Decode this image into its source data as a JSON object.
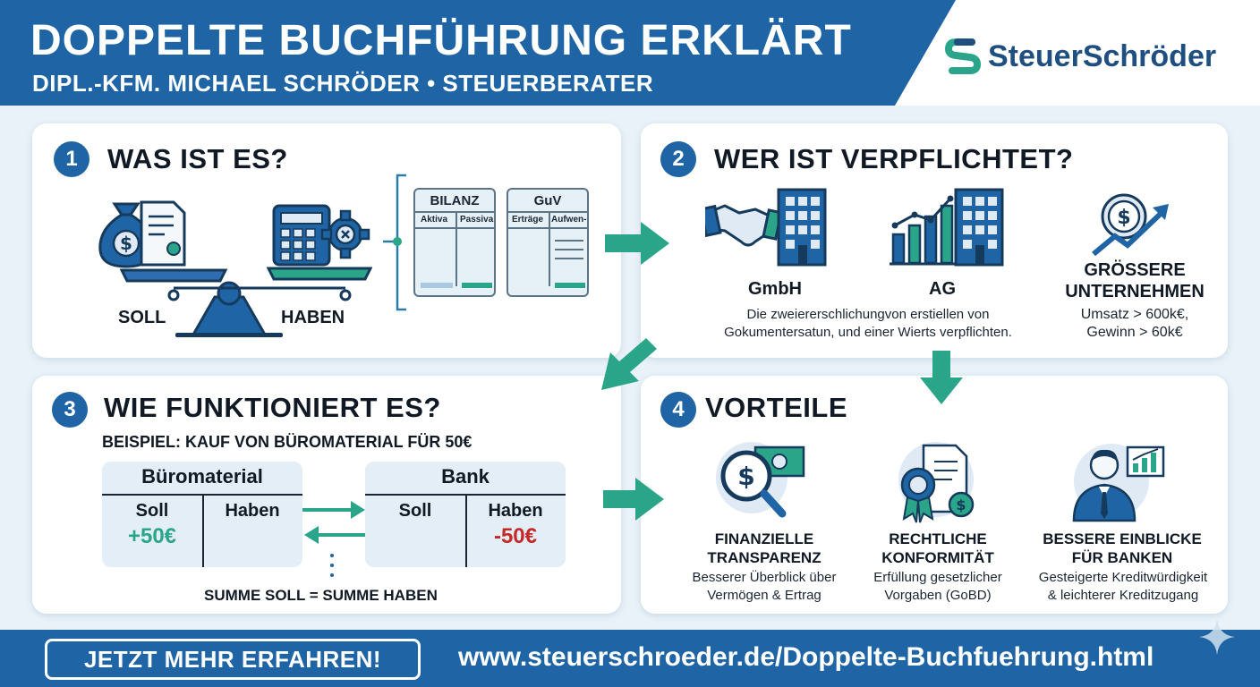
{
  "header": {
    "title": "DOPPELTE BUCHFÜHRUNG ERKLÄRT",
    "subtitle": "DIPL.-KFM. MICHAEL SCHRÖDER • STEUERBERATER",
    "brand": "SteuerSchröder"
  },
  "panel1": {
    "number": "1",
    "title": "WAS IST ES?",
    "soll": "SOLL",
    "haben": "HABEN",
    "bilanz": {
      "title": "BILANZ",
      "col1": "Aktiva",
      "col2": "Passiva"
    },
    "guv": {
      "title": "GuV",
      "col1": "Erträge",
      "col2": "Aufwen-"
    }
  },
  "panel2": {
    "number": "2",
    "title": "WER IST VERPFLICHTET?",
    "gmbh": "GmbH",
    "ag": "AG",
    "description_line1": "Die zweiererschlichungvon erstiellen von",
    "description_line2": "Gokumentersatun, und einer Wierts verpflichten.",
    "large_title_line1": "GRÖSSERE",
    "large_title_line2": "UNTERNEHMEN",
    "large_desc_line1": "Umsatz > 600k€,",
    "large_desc_line2": "Gewinn > 60k€"
  },
  "panel3": {
    "number": "3",
    "title": "WIE FUNKTIONIERT ES?",
    "example": "BEISPIEL: KAUF VON BÜROMATERIAL FÜR 50€",
    "account1": {
      "title": "Büromaterial",
      "soll": "Soll",
      "haben": "Haben",
      "value": "+50€"
    },
    "account2": {
      "title": "Bank",
      "soll": "Soll",
      "haben": "Haben",
      "value": "-50€"
    },
    "sum_rule": "SUMME SOLL = SUMME HABEN"
  },
  "panel4": {
    "number": "4",
    "title": "VORTEILE",
    "benefits": [
      {
        "title1": "FINANZIELLE",
        "title2": "TRANSPARENZ",
        "desc1": "Besserer Überblick über",
        "desc2": "Vermögen & Ertrag"
      },
      {
        "title1": "RECHTLICHE",
        "title2": "KONFORMITÄT",
        "desc1": "Erfüllung gesetzlicher",
        "desc2": "Vorgaben (GoBD)"
      },
      {
        "title1": "BESSERE EINBLICKE",
        "title2": "FÜR BANKEN",
        "desc1": "Gesteigerte Kreditwürdigkeit",
        "desc2": "& leichterer Kreditzugang"
      }
    ]
  },
  "footer": {
    "cta": "JETZT MEHR ERFAHREN!",
    "url": "www.steuerschroeder.de/Doppelte-Buchfuehrung.html"
  },
  "colors": {
    "primary_blue": "#1f65a6",
    "accent_green": "#2aa58a",
    "negative_red": "#c62828",
    "dark_text": "#111a24"
  },
  "icons": [
    "scale-icon",
    "money-bag-icon",
    "document-icon",
    "calculator-icon",
    "gear-icon",
    "handshake-icon",
    "building-icon",
    "bar-chart-icon",
    "growth-coin-icon",
    "magnifier-dollar-icon",
    "certificate-icon",
    "businessman-chart-icon",
    "arrow-right-icon",
    "arrow-down-icon",
    "sparkle-icon"
  ]
}
